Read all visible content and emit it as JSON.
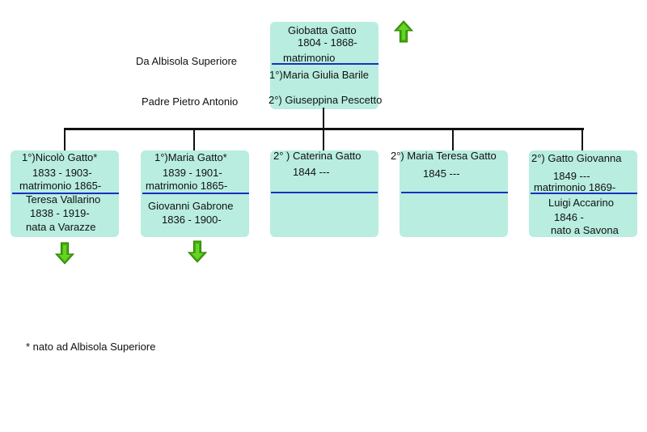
{
  "root": {
    "name": "Giobatta Gatto",
    "dates": "1804 - 1868-",
    "marriage_label": "matrimonio",
    "wife1": "1°)Maria Giulia Barile",
    "wife2": "2°) Giuseppina Pescetto"
  },
  "side_notes": {
    "origin": "Da Albisola Superiore",
    "father": "Padre Pietro Antonio"
  },
  "children": [
    {
      "name": "1°)Nicolò Gatto*",
      "dates": "1833 - 1903-",
      "marriage": "matrimonio 1865-",
      "spouse": "Teresa Vallarino",
      "spouse_dates": "1838 - 1919-",
      "spouse_place": "nata a Varazze"
    },
    {
      "name": "1°)Maria Gatto*",
      "dates": "1839 - 1901-",
      "marriage": "matrimonio 1865-",
      "spouse": "Giovanni Gabrone",
      "spouse_dates": "1836 - 1900-"
    },
    {
      "name": "2° ) Caterina Gatto",
      "dates": "1844 ---"
    },
    {
      "name": "2°) Maria Teresa Gatto",
      "dates": "1845 ---"
    },
    {
      "name": "2°) Gatto Giovanna",
      "dates": "1849 ---",
      "marriage": "matrimonio 1869-",
      "spouse": "Luigi Accarino",
      "spouse_dates": "1846 -",
      "spouse_place": "nato a Savona"
    }
  ],
  "footnote": "* nato ad Albisola Superiore",
  "colors": {
    "box_fill": "#b8ede0",
    "separator": "#1b2fc0",
    "arrow_green": "#3cb000"
  },
  "icons": {
    "up": "arrow-up-icon",
    "down": "arrow-down-icon"
  }
}
